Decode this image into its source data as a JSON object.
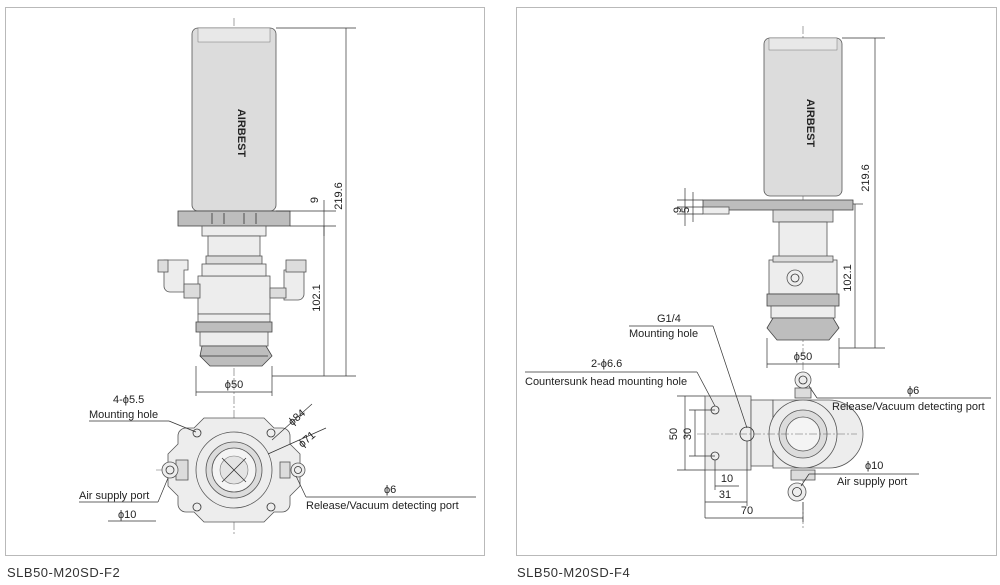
{
  "left": {
    "caption": "SLB50-M20SD-F2",
    "brand": "AIRBEST",
    "dims": {
      "d9": "9",
      "d219": "219.6",
      "d102": "102.1",
      "d50": "ϕ50",
      "d84": "ϕ84",
      "d71": "ϕ71"
    },
    "callouts": {
      "hole_count": "4-ϕ5.5",
      "hole_name": "Mounting hole",
      "air_name": "Air supply port",
      "air_size": "ϕ10",
      "release_size": "ϕ6",
      "release_name": "Release/Vacuum detecting port"
    }
  },
  "right": {
    "caption": "SLB50-M20SD-F4",
    "brand": "AIRBEST",
    "dims": {
      "d9": "9",
      "d5": "5",
      "d219": "219.6",
      "d102": "102.1",
      "d50": "ϕ50",
      "d50h": "50",
      "d30": "30",
      "d10": "10",
      "d31": "31",
      "d70": "70"
    },
    "callouts": {
      "g14": "G1/4",
      "g14_name": "Mounting hole",
      "cs_count": "2-ϕ6.6",
      "cs_name": "Countersunk head mounting hole",
      "release_size": "ϕ6",
      "release_name": "Release/Vacuum detecting port",
      "air_size": "ϕ10",
      "air_name": "Air supply port"
    }
  }
}
